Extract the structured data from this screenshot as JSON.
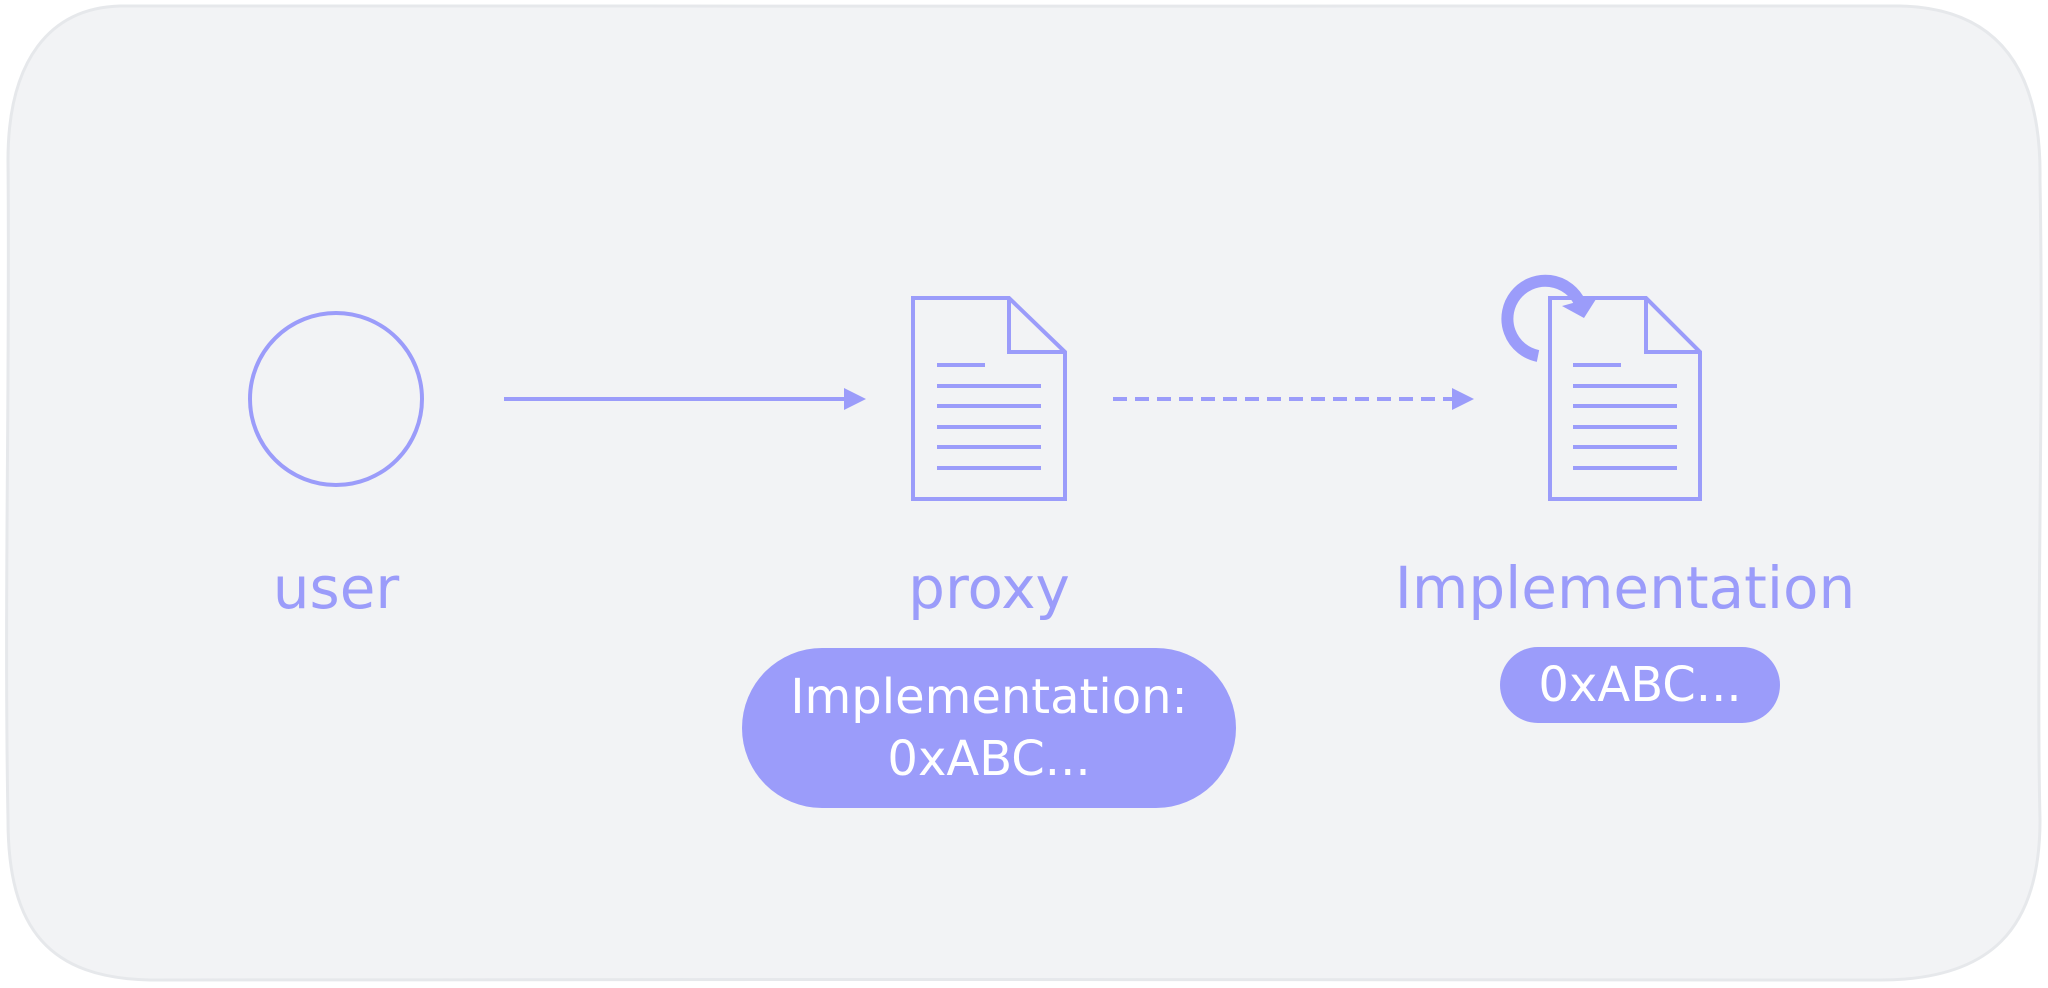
{
  "colors": {
    "accent": "#9B9CFA",
    "panel": "#F2F3F5",
    "pill_text": "#FFFFFF"
  },
  "nodes": {
    "user": {
      "label": "user",
      "icon": "circle-icon"
    },
    "proxy": {
      "label": "proxy",
      "icon": "document-icon"
    },
    "implementation": {
      "label": "Implementation",
      "icon": "document-icon"
    }
  },
  "edges": [
    {
      "from": "user",
      "to": "proxy",
      "style": "solid"
    },
    {
      "from": "proxy",
      "to": "implementation",
      "style": "dashed"
    }
  ],
  "proxy_storage": {
    "line1": "Implementation:",
    "line2": "0xABC..."
  },
  "implementation_address": "0xABC...",
  "implementation_badge_icon": "refresh-icon"
}
